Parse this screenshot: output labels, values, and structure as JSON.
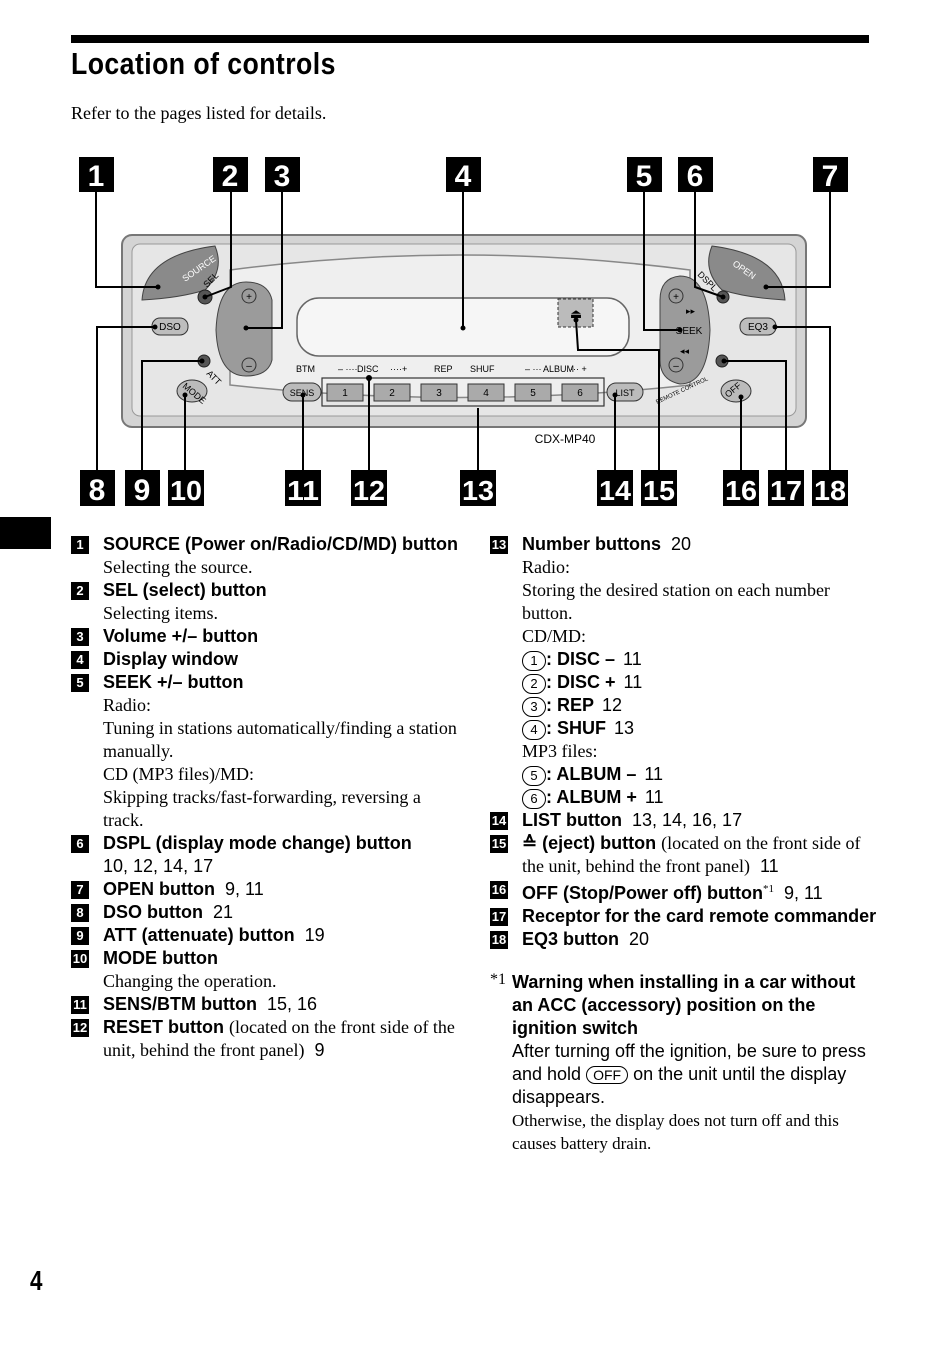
{
  "header": {
    "title": "Location of controls",
    "subtitle": "Refer to the pages listed for details.",
    "page_number": "4"
  },
  "figure": {
    "model_label": "CDX-MP40",
    "callouts_top": [
      "1",
      "2",
      "3",
      "4",
      "5",
      "6",
      "7"
    ],
    "callouts_bottom": [
      "8",
      "9",
      "10",
      "11",
      "12",
      "13",
      "14",
      "15",
      "16",
      "17",
      "18"
    ],
    "panel_labels": {
      "source": "SOURCE",
      "sel": "SEL",
      "dso": "DSO",
      "att": "ATT",
      "mode": "MODE",
      "sens": "SENS",
      "btm": "BTM",
      "disc": "DISC",
      "rep": "REP",
      "shuf": "SHUF",
      "album": "ALBUM",
      "list": "LIST",
      "seek": "SEEK",
      "dspl": "DSPL",
      "open": "OPEN",
      "eq3": "EQ3",
      "off": "OFF",
      "remote": "REMOTE CONTROL",
      "number_keys": [
        "1",
        "2",
        "3",
        "4",
        "5",
        "6"
      ]
    }
  },
  "left_items": [
    {
      "num": "1",
      "head": "SOURCE (Power on/Radio/CD/MD) button",
      "pages": "",
      "desc": [
        "Selecting the source."
      ]
    },
    {
      "num": "2",
      "head": "SEL (select) button",
      "pages": "",
      "desc": [
        "Selecting items."
      ]
    },
    {
      "num": "3",
      "head": "Volume +/– button",
      "pages": "",
      "desc": []
    },
    {
      "num": "4",
      "head": "Display window",
      "pages": "",
      "desc": []
    },
    {
      "num": "5",
      "head": "SEEK +/– button",
      "pages": "",
      "desc": [
        "Radio:",
        "Tuning in stations automatically/finding a station manually.",
        "CD (MP3 files)/MD:",
        "Skipping tracks/fast-forwarding, reversing a track."
      ]
    },
    {
      "num": "6",
      "head": "DSPL (display mode change) button",
      "pages": "10, 12, 14, 17",
      "desc": []
    },
    {
      "num": "7",
      "head": "OPEN button",
      "pages": "9, 11",
      "desc": []
    },
    {
      "num": "8",
      "head": "DSO button",
      "pages": "21",
      "desc": []
    },
    {
      "num": "9",
      "head": "ATT (attenuate) button",
      "pages": "19",
      "desc": []
    },
    {
      "num": "10",
      "head": "MODE button",
      "pages": "",
      "desc": [
        "Changing the operation."
      ]
    },
    {
      "num": "11",
      "head": "SENS/BTM button",
      "pages": "15, 16",
      "desc": []
    },
    {
      "num": "12",
      "head": "RESET button",
      "inline": "(located on the front side of the unit, behind the front panel)",
      "pages": "9",
      "desc": []
    }
  ],
  "right_items": {
    "item13": {
      "num": "13",
      "head": "Number buttons",
      "pages": "20",
      "radio_label": "Radio:",
      "radio_desc": "Storing the desired station on each number button.",
      "cdmd_label": "CD/MD:",
      "mp3_label": "MP3 files:"
    },
    "subs_cd": [
      {
        "key": "1",
        "label": ": DISC –",
        "pages": "11"
      },
      {
        "key": "2",
        "label": ": DISC +",
        "pages": "11"
      },
      {
        "key": "3",
        "label": ": REP",
        "pages": "12"
      },
      {
        "key": "4",
        "label": ": SHUF",
        "pages": "13"
      }
    ],
    "subs_mp3": [
      {
        "key": "5",
        "label": ": ALBUM –",
        "pages": "11"
      },
      {
        "key": "6",
        "label": ": ALBUM +",
        "pages": "11"
      }
    ],
    "item14": {
      "num": "14",
      "head": "LIST button",
      "pages": "13, 14, 16, 17"
    },
    "item15": {
      "num": "15",
      "head": "≙ (eject) button",
      "inline": "(located on the front side of the unit, behind the front panel)",
      "pages": "11"
    },
    "item16": {
      "num": "16",
      "head": "OFF (Stop/Power off) button",
      "sup": "*1",
      "pages": "9, 11"
    },
    "item17": {
      "num": "17",
      "head": "Receptor for the card remote commander"
    },
    "item18": {
      "num": "18",
      "head": "EQ3 button",
      "pages": "20"
    }
  },
  "footnote": {
    "mark": "*1",
    "head": "Warning when installing in a car without an ACC (accessory) position on the ignition switch",
    "body_pre": "After turning off the ignition, be sure to press and hold",
    "key": "OFF",
    "body_post": "on the unit until the display disappears.",
    "extra": "Otherwise, the display does not turn off and this causes battery drain."
  }
}
